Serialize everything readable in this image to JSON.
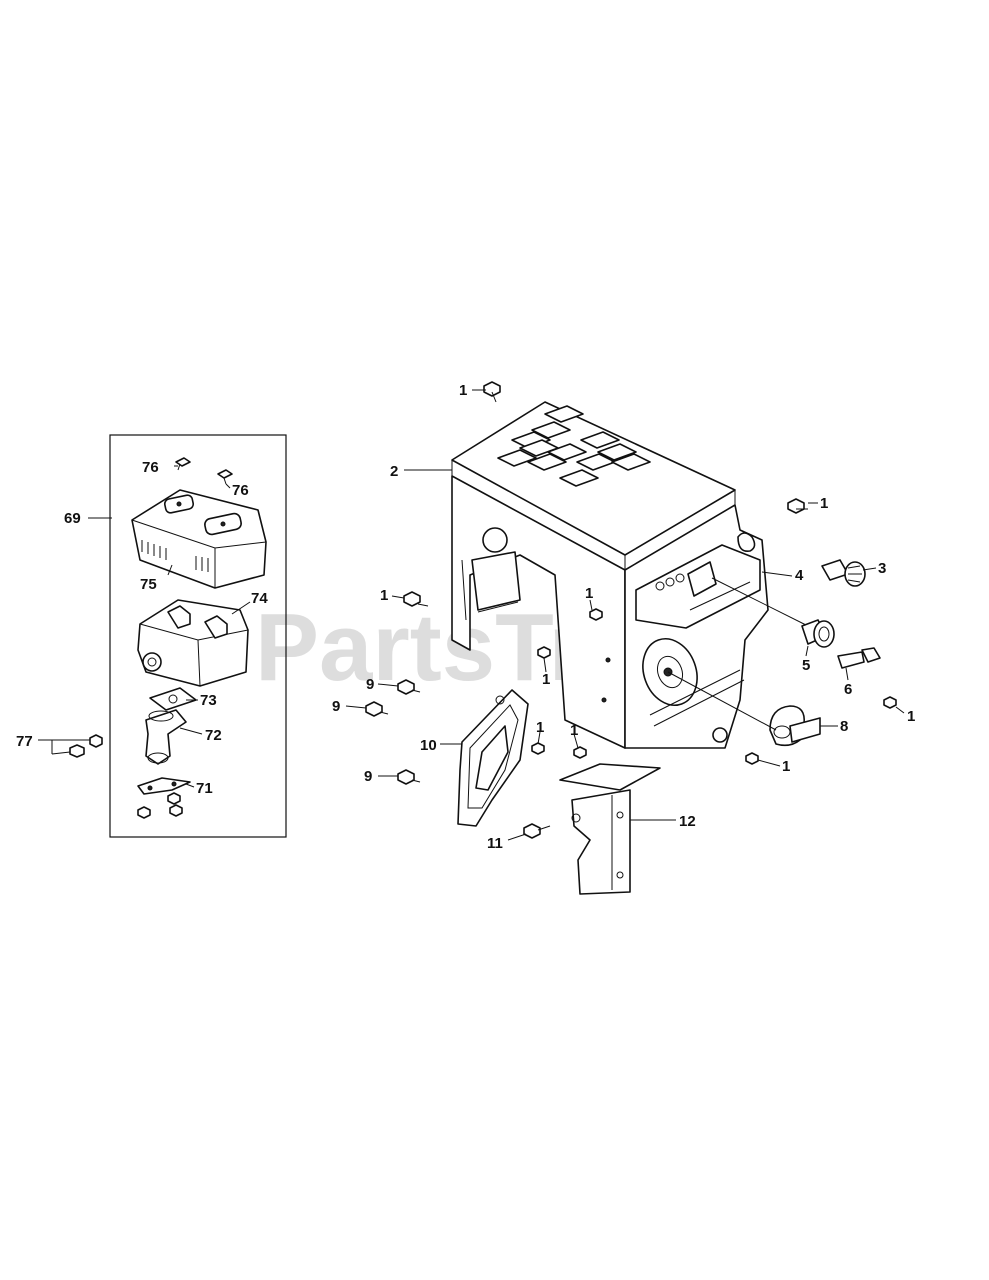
{
  "watermark": {
    "text": "PartsTree"
  },
  "callouts": {
    "c1_top": "1",
    "c1_right": "1",
    "c1_left": "1",
    "c1_mid": "1",
    "c1_center": "1",
    "c1_far_right": "1",
    "c1_low_a": "1",
    "c1_low_b": "1",
    "c1_bottom_right": "1",
    "c2": "2",
    "c3": "3",
    "c4": "4",
    "c5": "5",
    "c6": "6",
    "c8": "8",
    "c9_a": "9",
    "c9_b": "9",
    "c9_c": "9",
    "c10": "10",
    "c11": "11",
    "c12": "12",
    "c69": "69",
    "c71": "71",
    "c72": "72",
    "c73": "73",
    "c74": "74",
    "c75": "75",
    "c76_a": "76",
    "c76_b": "76",
    "c77": "77"
  }
}
